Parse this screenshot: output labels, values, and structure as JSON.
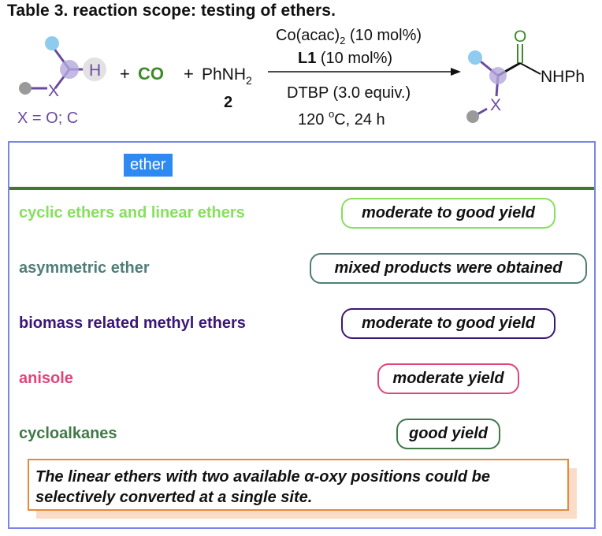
{
  "title": "Table 3. reaction scope: testing of ethers.",
  "scheme": {
    "substrate_h": "H",
    "substrate_x": "X",
    "substrate_def": "X = O; C",
    "plus1": "+",
    "co": "CO",
    "plus2": "+",
    "amine": "PhNH",
    "amine_sub": "2",
    "amine_num": "2",
    "cond_catalyst": "Co(acac)",
    "cond_catalyst_sub": "2",
    "cond_catalyst_load": " (10 mol%)",
    "cond_ligand": "L1",
    "cond_ligand_load": " (10 mol%)",
    "cond_oxidant": "DTBP (3.0 equiv.)",
    "cond_temp": "120 ",
    "cond_temp_sup": "o",
    "cond_temp_rest": "C, 24 h",
    "product_o": "O",
    "product_nhph": "NHPh",
    "product_x": "X"
  },
  "table": {
    "header": "ether",
    "rows": [
      {
        "label": "cyclic ethers and linear ethers",
        "result": "moderate to good yield",
        "color": "#86e05c"
      },
      {
        "label": "asymmetric ether",
        "result": "mixed products were obtained",
        "color": "#4f7e79"
      },
      {
        "label": "biomass related methyl ethers",
        "result": "moderate to good yield",
        "color": "#3b1775"
      },
      {
        "label": "anisole",
        "result": "moderate yield",
        "color": "#e0457a"
      },
      {
        "label": "cycloalkanes",
        "result": "good yield",
        "color": "#3f7a46"
      }
    ],
    "note": "The linear ethers with two available α-oxy positions could be selectively converted at a single site."
  },
  "colors": {
    "panel_border": "#7b85e8",
    "header_tag": "#2f89f2",
    "divider": "#3f7a2a",
    "note_border": "#e8893a",
    "note_shadow": "#fbdcc8",
    "co_green": "#3d8a2a",
    "bond_purple": "#6a4aa0",
    "carbon_highlight": "#b4a8dc",
    "blue_dot": "#8ecbee",
    "gray_dot": "#9a9a9a"
  }
}
